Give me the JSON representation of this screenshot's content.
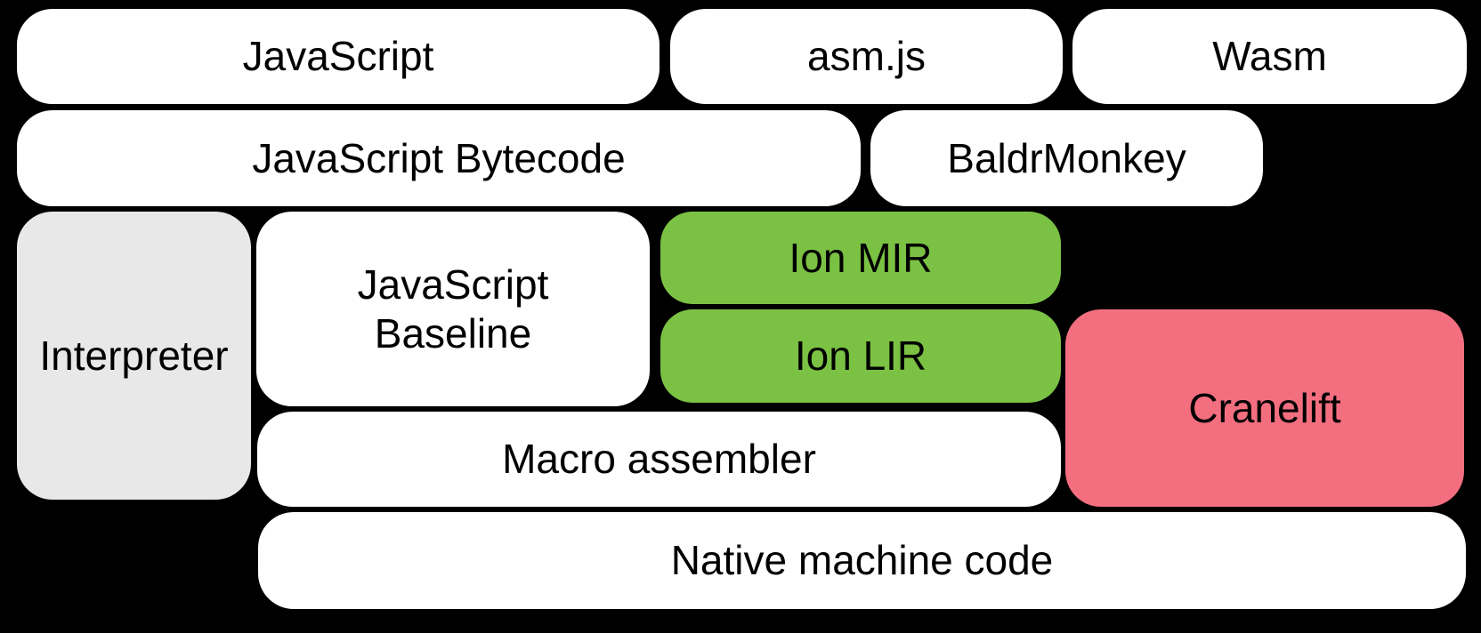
{
  "diagram": {
    "colors": {
      "background": "#000000",
      "box_default": "#FFFFFF",
      "box_interpreter": "#E8E8E8",
      "box_ion": "#7BC143",
      "box_cranelift": "#F36F80",
      "text": "#000000"
    },
    "boxes": {
      "javascript": {
        "label": "JavaScript"
      },
      "asmjs": {
        "label": "asm.js"
      },
      "wasm": {
        "label": "Wasm"
      },
      "bytecode": {
        "label": "JavaScript Bytecode"
      },
      "baldrmonkey": {
        "label": "BaldrMonkey"
      },
      "interpreter": {
        "label": "Interpreter"
      },
      "baseline": {
        "label": "JavaScript Baseline"
      },
      "ion_mir": {
        "label": "Ion MIR"
      },
      "ion_lir": {
        "label": "Ion LIR"
      },
      "cranelift": {
        "label": "Cranelift"
      },
      "macro_assembler": {
        "label": "Macro assembler"
      },
      "native": {
        "label": "Native machine code"
      }
    }
  }
}
